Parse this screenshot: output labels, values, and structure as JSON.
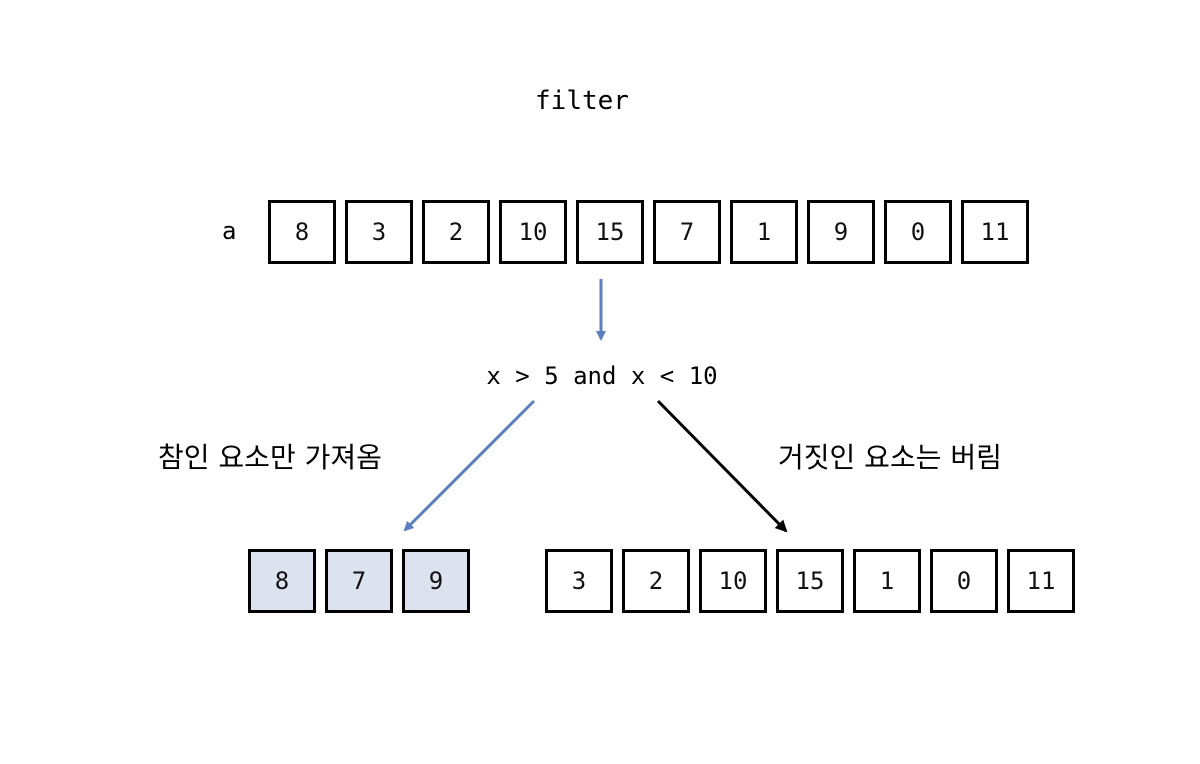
{
  "title": "filter",
  "input": {
    "label": "a",
    "values": [
      "8",
      "3",
      "2",
      "10",
      "15",
      "7",
      "1",
      "9",
      "0",
      "11"
    ]
  },
  "condition": "x > 5 and x < 10",
  "true_branch": {
    "caption": "참인 요소만 가져옴",
    "values": [
      "8",
      "7",
      "9"
    ]
  },
  "false_branch": {
    "caption": "거짓인 요소는 버림",
    "values": [
      "3",
      "2",
      "10",
      "15",
      "1",
      "0",
      "11"
    ]
  },
  "colors": {
    "true_arrow": "#5b7fbf",
    "false_arrow": "#000000",
    "kept_fill": "#dce3ef"
  }
}
